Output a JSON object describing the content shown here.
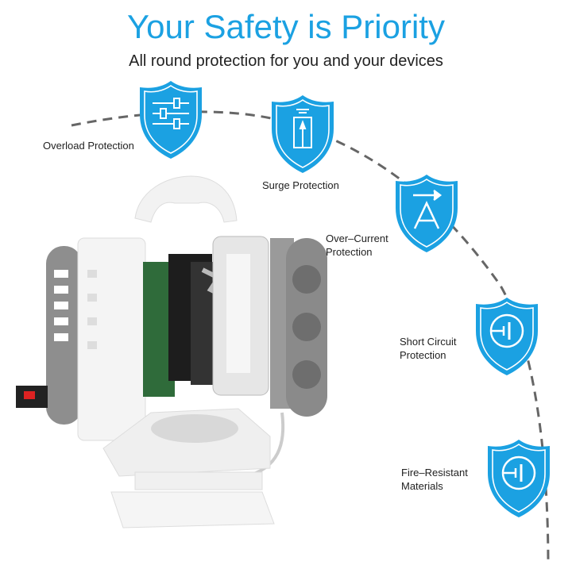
{
  "header": {
    "title": "Your Safety is Priority",
    "subtitle": "All round protection for you and your devices"
  },
  "features": [
    {
      "label_line1": "Overload Protection",
      "label_line2": "",
      "icon": "sliders-icon"
    },
    {
      "label_line1": "Surge Protection",
      "label_line2": "",
      "icon": "surge-icon"
    },
    {
      "label_line1": "Over–Current",
      "label_line2": "Protection",
      "icon": "ampere-arrow-icon"
    },
    {
      "label_line1": "Short Circuit",
      "label_line2": "Protection",
      "icon": "circuit-icon"
    },
    {
      "label_line1": "Fire–Resistant",
      "label_line2": "Materials",
      "icon": "circuit-icon"
    }
  ],
  "colors": {
    "accent": "#1ba1e2",
    "dash": "#666666"
  }
}
